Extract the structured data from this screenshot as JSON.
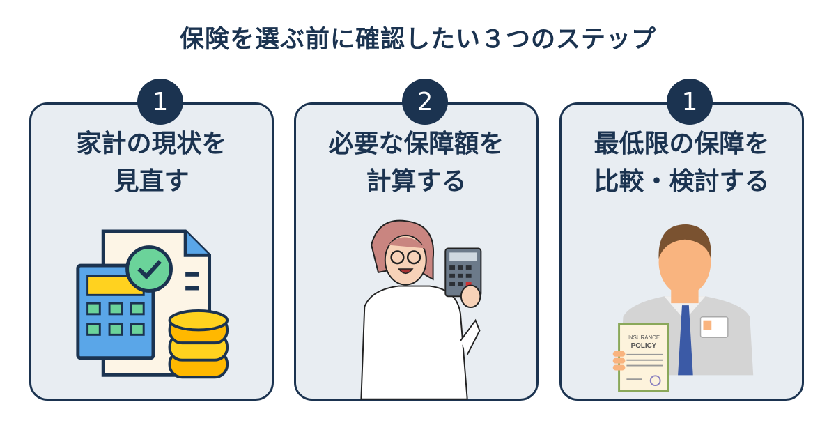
{
  "title": "保険を選ぶ前に確認したい３つのステップ",
  "steps": [
    {
      "number": "1",
      "line1": "家計の現状を",
      "line2": "見直す"
    },
    {
      "number": "2",
      "line1": "必要な保障額を",
      "line2": "計算する"
    },
    {
      "number": "1",
      "line1": "最低限の保障を",
      "line2": "比較・検討する"
    }
  ],
  "policy_doc": {
    "line1": "INSURANCE",
    "line2": "POLICY"
  },
  "colors": {
    "navy": "#1b3350",
    "card_bg": "#e8edf2"
  }
}
